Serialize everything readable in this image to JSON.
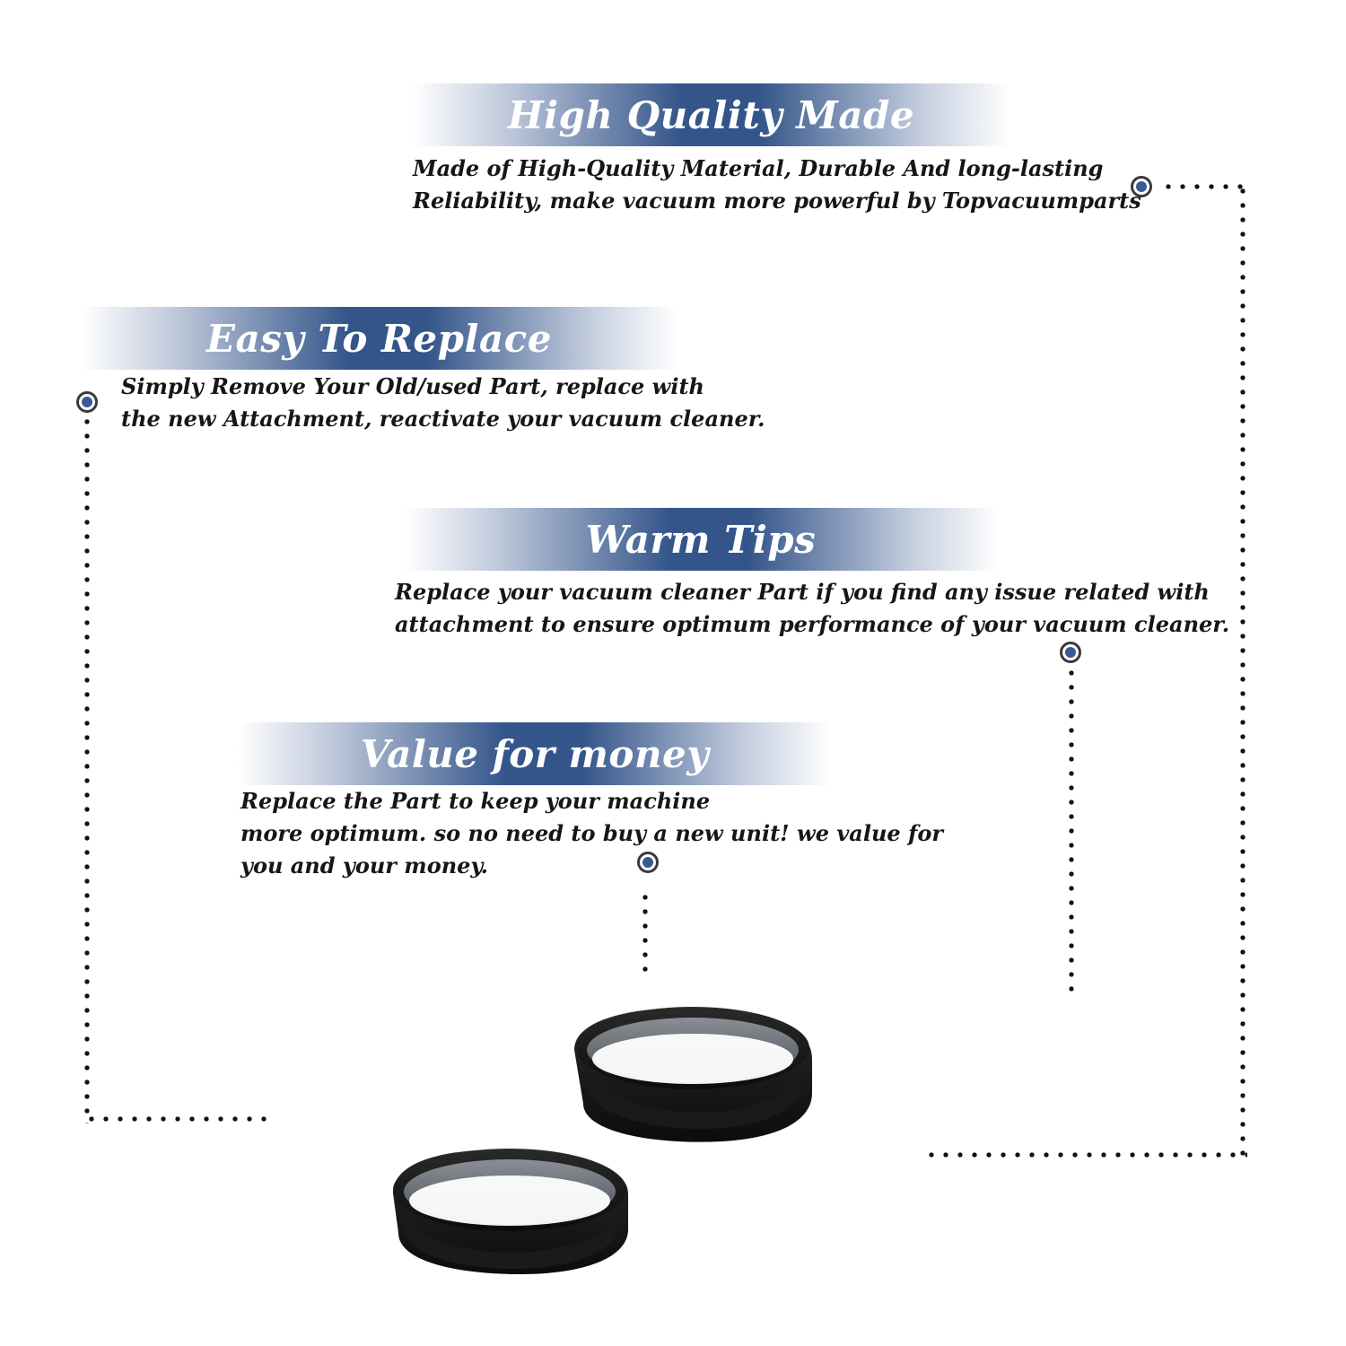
{
  "sections": [
    {
      "title": "High Quality Made",
      "lines": [
        "Made of  High-Quality Material, Durable And long-lasting",
        "Reliability, make vacuum more powerful by Topvacuumparts"
      ]
    },
    {
      "title": "Easy To Replace",
      "lines": [
        "Simply Remove Your Old/used Part, replace with",
        "the new Attachment, reactivate your vacuum cleaner."
      ]
    },
    {
      "title": "Warm Tips",
      "lines": [
        "Replace your vacuum cleaner Part if you find any issue related with",
        " attachment to ensure optimum performance of your vacuum cleaner."
      ]
    },
    {
      "title": "Value for money",
      "lines": [
        "Replace the Part to keep your machine",
        "more optimum. so no need to buy a new unit! we value for",
        "you and your money."
      ]
    }
  ],
  "colors": {
    "banner_blue": "#34558a",
    "marker_fill": "#3a5a94",
    "text": "#161616",
    "belt": "#151515"
  },
  "icons": {
    "marker": "target-dot-icon",
    "product": "vacuum-belt-pair-image"
  }
}
